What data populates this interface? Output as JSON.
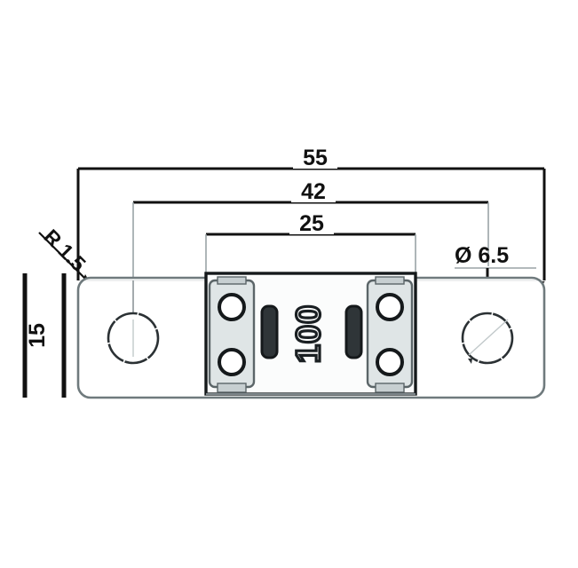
{
  "drawing": {
    "type": "engineering-dimension-drawing",
    "subject": "bolt-down blade fuse (MEGA / ANL style)",
    "rating_marking": "100",
    "background_color": "#ffffff",
    "line_color": "#111111",
    "body_fill": "#fdfdfd",
    "terminal_fill": "#dfe5e6",
    "strap_fill": "#ffffff"
  },
  "dimensions": {
    "overall_length": "55",
    "hole_center_distance": "42",
    "body_width": "25",
    "strap_height": "15",
    "corner_radius": "R 1.5",
    "hole_diameter": "Ø 6.5"
  },
  "labels": {
    "dim_55": "55",
    "dim_42": "42",
    "dim_25": "25",
    "dim_15": "15",
    "dim_r15": "R 1.5",
    "dim_dia": "Ø 6.5",
    "rating": "100",
    "badge_left": "",
    "badge_right": ""
  }
}
